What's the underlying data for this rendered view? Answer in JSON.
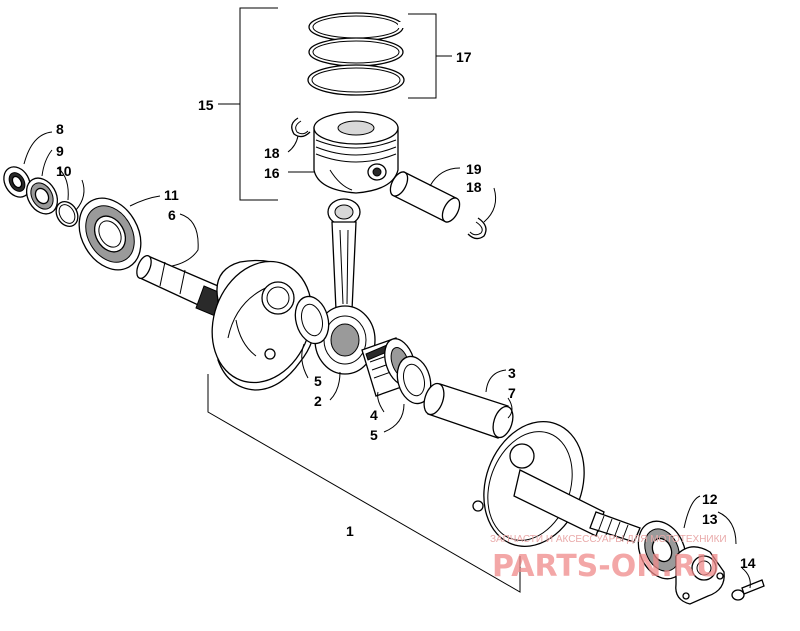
{
  "labels": {
    "l1": "1",
    "l2": "2",
    "l3": "3",
    "l4": "4",
    "l5a": "5",
    "l5b": "5",
    "l6": "6",
    "l7": "7",
    "l8": "8",
    "l9": "9",
    "l10": "10",
    "l11": "11",
    "l12": "12",
    "l13": "13",
    "l14": "14",
    "l15": "15",
    "l16": "16",
    "l17": "17",
    "l18a": "18",
    "l18b": "18",
    "l19": "19"
  },
  "watermark": {
    "caption": "ЗАПЧАСТИ И АКСЕССУАРЫ ДЛЯ МОТОТЕХНИКИ",
    "brand": "PARTS-ON.RU"
  }
}
